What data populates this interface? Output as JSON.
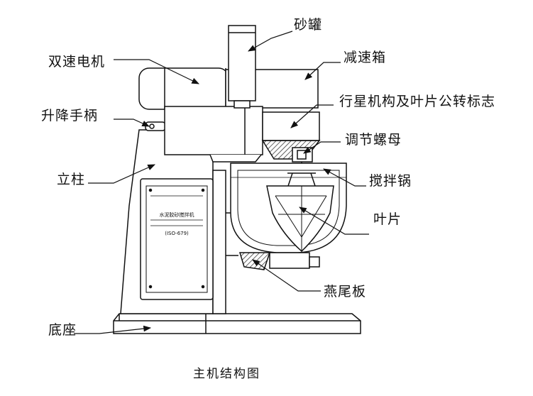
{
  "labels": {
    "sand_tank": "砂罐",
    "dual_speed_motor": "双速电机",
    "gearbox": "减速箱",
    "lift_handle": "升降手柄",
    "planetary_mark": "行星机构及叶片公转标志",
    "adjust_nut": "调节螺母",
    "column": "立柱",
    "mixing_bowl": "搅拌锅",
    "blade": "叶片",
    "dovetail_plate": "燕尾板",
    "base": "底座"
  },
  "nameplate": {
    "line1": "水泥胶砂搅拌机",
    "line2": "(ISO-679)"
  },
  "caption": "主机结构图"
}
